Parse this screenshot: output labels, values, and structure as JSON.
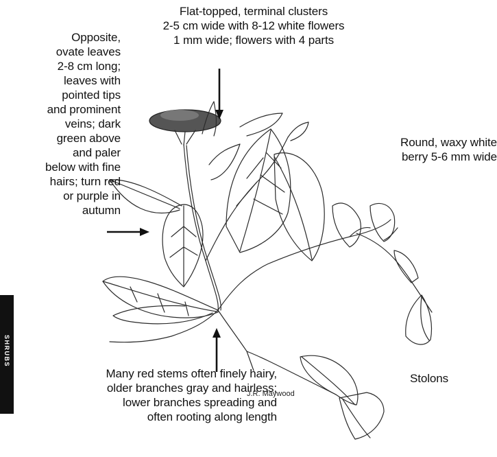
{
  "annotations": {
    "flowers": [
      "Flat-topped, terminal clusters",
      "2-5 cm wide with 8-12 white flowers",
      "1 mm wide; flowers with 4 parts"
    ],
    "leaves": [
      "Opposite,",
      "ovate leaves",
      "2-8 cm long;",
      "leaves with",
      "pointed tips",
      "and prominent",
      "veins; dark",
      "green above",
      "and paler",
      "below with fine",
      "hairs; turn red",
      "or purple in",
      "autumn"
    ],
    "berry": [
      "Round, waxy white",
      "berry 5-6 mm wide"
    ],
    "stems": [
      "Many red stems often finely hairy,",
      "older branches gray and hairless;",
      "lower branches spreading and",
      "often rooting along length"
    ],
    "stolons": "Stolons"
  },
  "credit": "J.R. Maywood",
  "side_tab": "SHRUBS",
  "colors": {
    "ink": "#111111",
    "tab_bg": "#111111",
    "tab_text": "#ffffff"
  }
}
